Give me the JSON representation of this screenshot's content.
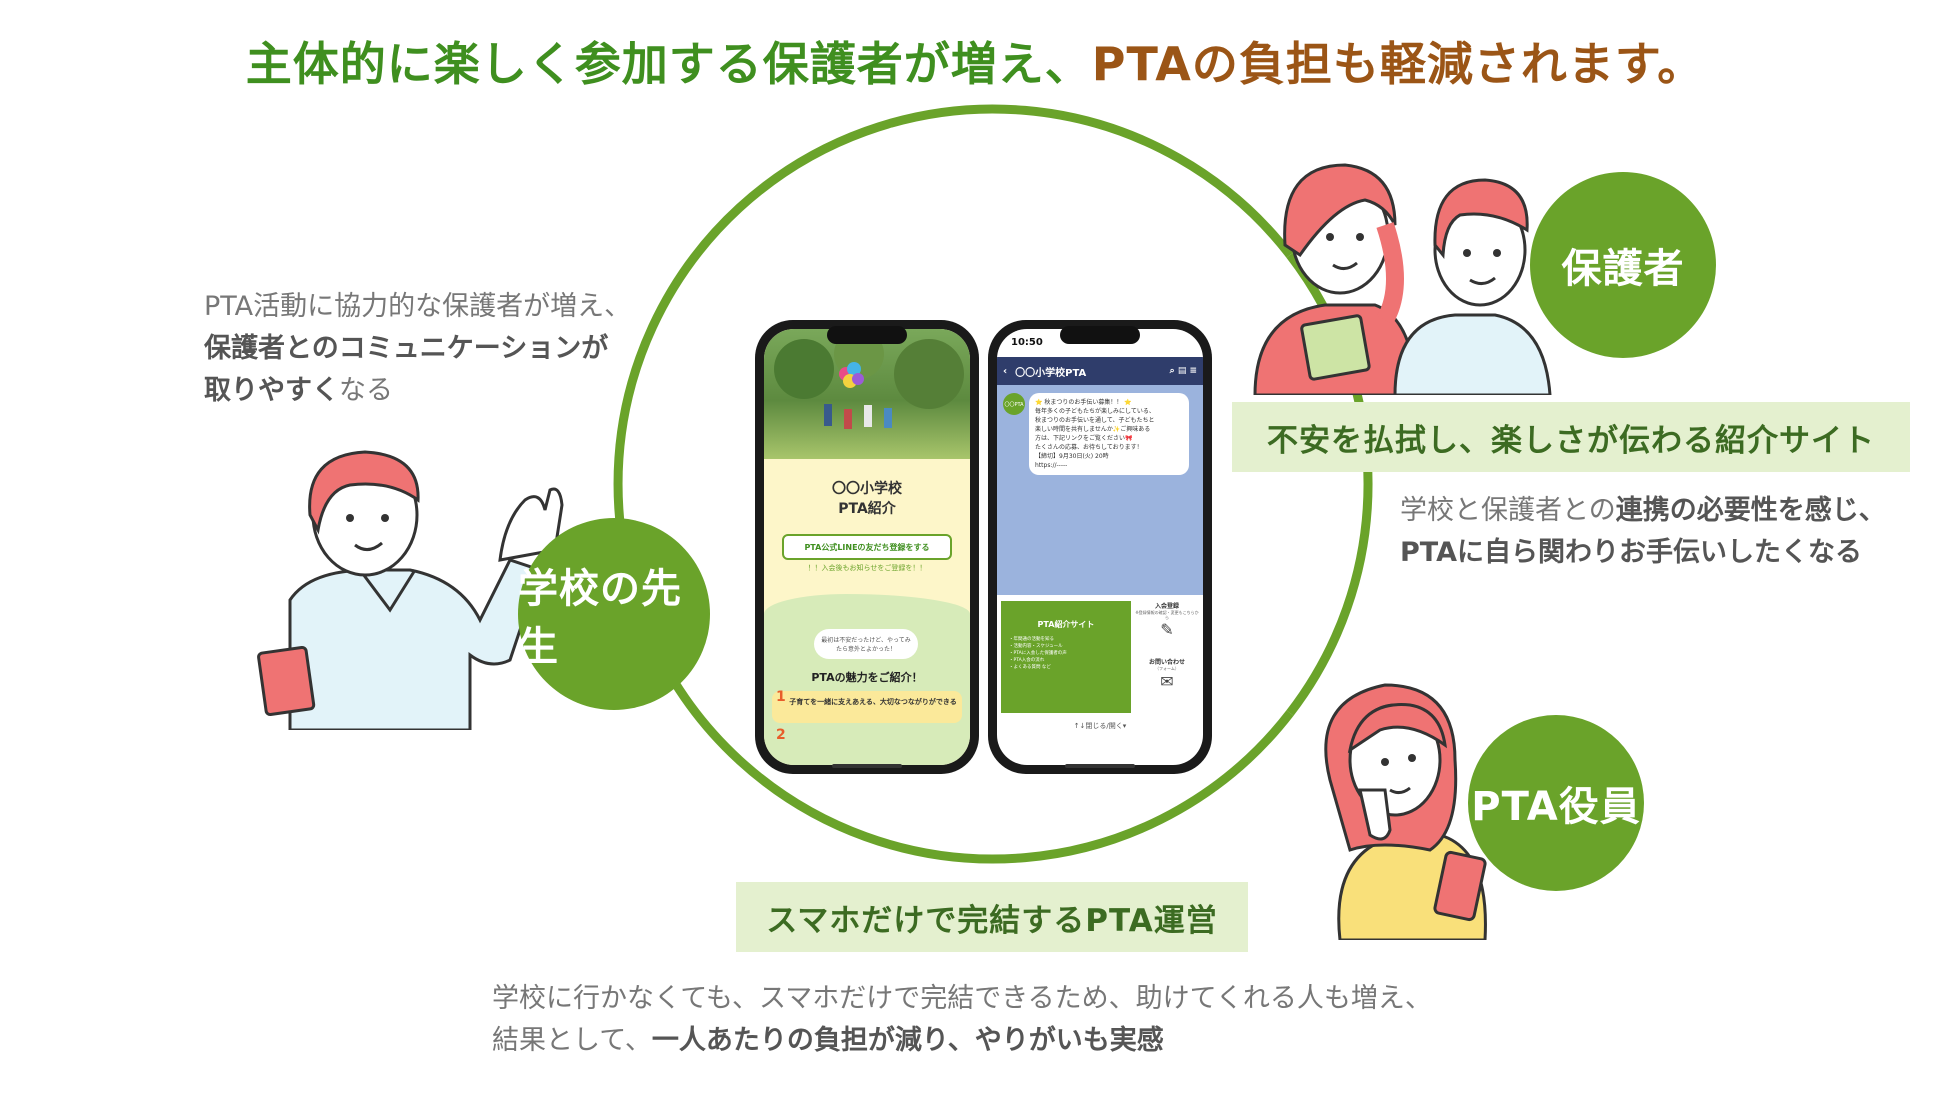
{
  "headline": {
    "green_part": "主体的に楽しく参加する保護者が増え、",
    "orange_part": "PTAの負担も軽減されます。"
  },
  "colors": {
    "green": "#6aa32a",
    "dark_green": "#3f8f1f",
    "orange_brown": "#9b5516",
    "banner_bg": "#e4f0cf",
    "coral": "#ef7373"
  },
  "roles": {
    "teacher": "学校の先生",
    "parents": "保護者",
    "officer": "PTA役員"
  },
  "banners": {
    "intro_site": "不安を払拭し、楽しさが伝わる紹介サイト",
    "smartphone": "スマホだけで完結するPTA運営"
  },
  "descriptions": {
    "teacher": {
      "line1": "PTA活動に協力的な保護者が増え、",
      "line2": "保護者とのコミュニケーションが",
      "line3_bold": "取りやすく",
      "line3_rest": "なる"
    },
    "parents": {
      "line1_plain": "学校と保護者との",
      "line1_bold": "連携の必要性を感じ、",
      "line2": "PTAに自ら関わりお手伝いしたくなる"
    },
    "smartphone": {
      "line1": "学校に行かなくても、スマホだけで完結できるため、助けてくれる人も増え、",
      "line2_plain": "結果として、",
      "line2_bold": "一人あたりの負担が減り、やりがいも実感"
    }
  },
  "phone_left": {
    "school_title": "〇〇小学校",
    "page_title": "PTA紹介",
    "line_button": "PTA公式LINEの友だち登録をする",
    "sub_note": "！！入会後もお知らせをご登録を！！",
    "bubble": "最初は不安だったけど、やってみたら意外とよかった！",
    "charm_heading": "PTAの魅力をご紹介！",
    "point1_number": "1",
    "point1_text": "子育てを一緒に支えあえる、大切なつながりができる",
    "point2_number": "2"
  },
  "phone_right": {
    "time": "10:50",
    "chat_title": "〇〇小学校PTA",
    "avatar": "〇〇PTA",
    "message": {
      "line1": "⭐ 秋まつりのお手伝い募集！！ ⭐",
      "line2": "毎年多くの子どもたちが楽しみにしている、",
      "line3": "秋まつりのお手伝いを通して、子どもたちと",
      "line4": "楽しい時間を共有しませんか✨ご興味ある",
      "line5": "方は、下記リンクをご覧ください🎀",
      "line6": "たくさんの応募、お待ちしております！",
      "line7": "【締切】9月30日(火) 20時",
      "line8": "https://-----"
    },
    "menu": {
      "intro_title": "PTA紹介サイト",
      "intro_items": [
        "・年間通の活動を知る",
        "・活動内容・スケジュール",
        "・PTAに入会した保護者の声",
        "・PTA入会の流れ",
        "・よくある質問 など"
      ],
      "join_title": "入会登録",
      "join_sub": "※登録情報の確認・変更もこちらから",
      "contact_title": "お問い合わせ",
      "contact_sub": "（フォーム）"
    },
    "bottom_toggle": "↑↓閉じる/開く▾"
  }
}
